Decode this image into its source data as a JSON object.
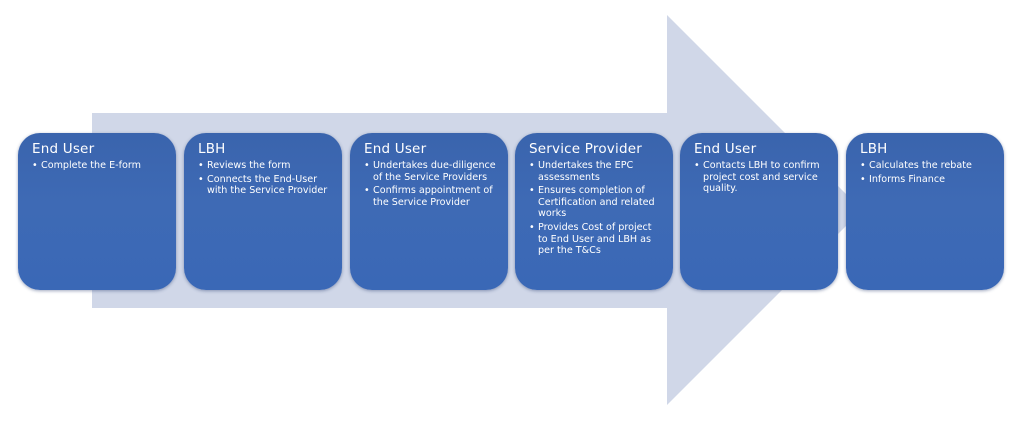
{
  "diagram": {
    "title": "",
    "arrow_color": "#d0d7e8",
    "box_color": "#3b66b0",
    "steps": [
      {
        "actor": "End User",
        "bullets": [
          "Complete the E-form"
        ]
      },
      {
        "actor": "LBH",
        "bullets": [
          "Reviews the form",
          "Connects the End-User with the Service Provider"
        ]
      },
      {
        "actor": "End User",
        "bullets": [
          "Undertakes due-diligence of the Service Providers",
          "Confirms appointment of the Service Provider"
        ]
      },
      {
        "actor": "Service Provider",
        "bullets": [
          "Undertakes the EPC assessments",
          "Ensures completion of Certification and related works",
          "Provides Cost of project to End User and LBH as per the T&Cs"
        ]
      },
      {
        "actor": "End User",
        "bullets": [
          "Contacts LBH to confirm project cost and service quality."
        ]
      },
      {
        "actor": "LBH",
        "bullets": [
          "Calculates the rebate",
          "Informs Finance"
        ]
      }
    ]
  }
}
